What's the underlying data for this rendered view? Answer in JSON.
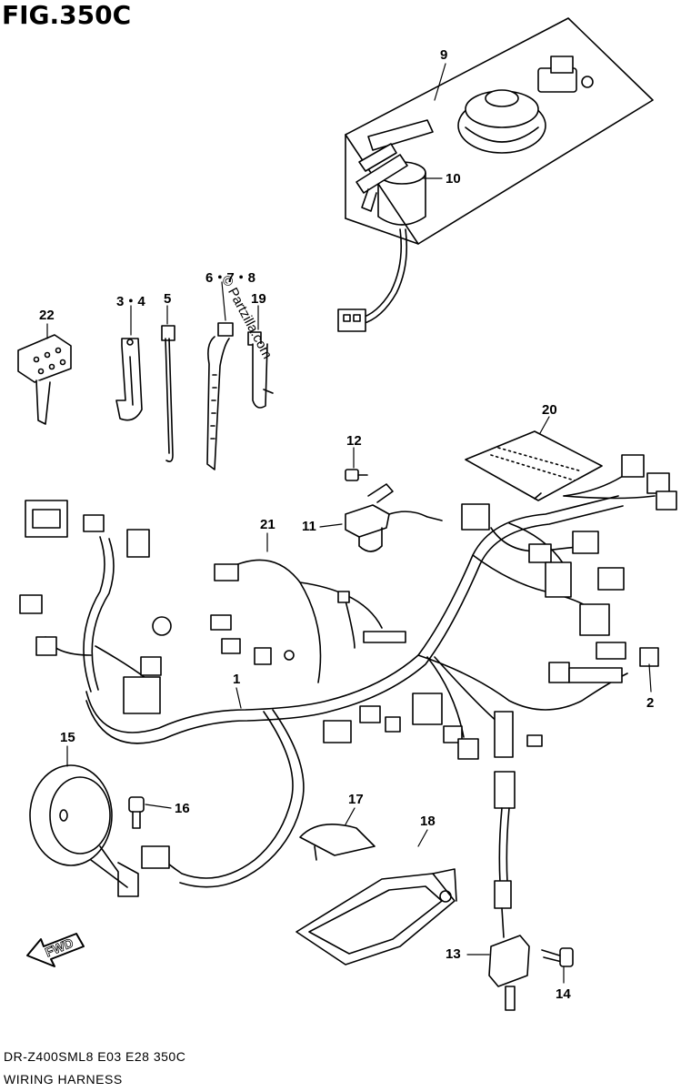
{
  "figure": {
    "title": "FIG.350C",
    "watermark": "© Partzilla.com",
    "code": "DR-Z400SML8 E03 E28 350C",
    "name": "WIRING HARNESS",
    "direction_arrow": "FWD"
  },
  "callouts": [
    {
      "id": "c1",
      "label": "1"
    },
    {
      "id": "c2",
      "label": "2"
    },
    {
      "id": "c34",
      "label": "3・4"
    },
    {
      "id": "c5",
      "label": "5"
    },
    {
      "id": "c678",
      "label": "6・7・8"
    },
    {
      "id": "c9",
      "label": "9"
    },
    {
      "id": "c10",
      "label": "10"
    },
    {
      "id": "c11",
      "label": "11"
    },
    {
      "id": "c12",
      "label": "12"
    },
    {
      "id": "c13",
      "label": "13"
    },
    {
      "id": "c14",
      "label": "14"
    },
    {
      "id": "c15",
      "label": "15"
    },
    {
      "id": "c16",
      "label": "16"
    },
    {
      "id": "c17",
      "label": "17"
    },
    {
      "id": "c18",
      "label": "18"
    },
    {
      "id": "c19",
      "label": "19"
    },
    {
      "id": "c20",
      "label": "20"
    },
    {
      "id": "c21",
      "label": "21"
    },
    {
      "id": "c22",
      "label": "22"
    }
  ]
}
